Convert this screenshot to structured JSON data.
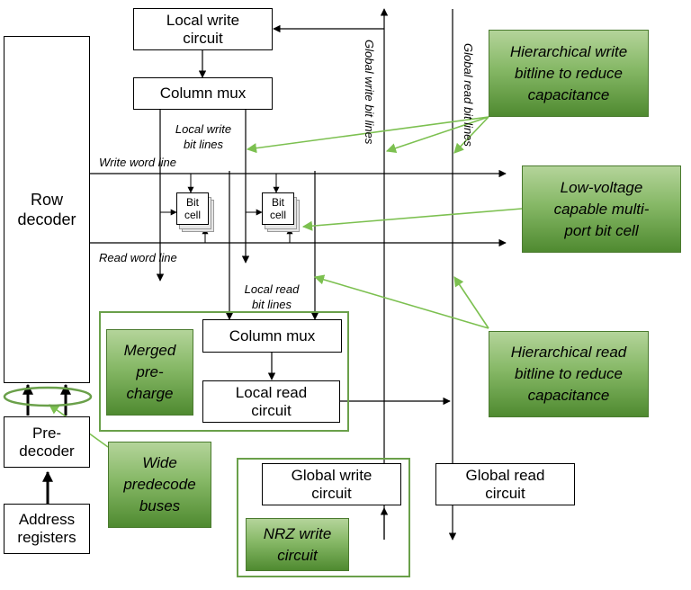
{
  "blocks": {
    "local_write_circuit": "Local write\ncircuit",
    "column_mux_top": "Column mux",
    "row_decoder": "Row\ndecoder",
    "pre_decoder": "Pre-\ndecoder",
    "address_registers": "Address\nregisters",
    "column_mux_bottom": "Column mux",
    "local_read_circuit": "Local read\ncircuit",
    "global_write_circuit": "Global write\ncircuit",
    "global_read_circuit": "Global read\ncircuit",
    "bit_cell": "Bit\ncell"
  },
  "signals": {
    "local_write_bit_lines": "Local write\nbit lines",
    "write_word_line": "Write word line",
    "read_word_line": "Read word line",
    "local_read_bit_lines": "Local read\nbit lines",
    "global_write_bit_lines": "Global write bit lines",
    "global_read_bit_lines": "Global read bit lines"
  },
  "callouts": {
    "hier_write": "Hierarchical write\nbitline to reduce\ncapacitance",
    "low_voltage": "Low-voltage\ncapable multi-\nport bit cell",
    "hier_read": "Hierarchical read\nbitline to reduce\ncapacitance",
    "merged_precharge": "Merged\npre-\ncharge",
    "wide_predecode": "Wide\npredecode\nbuses",
    "nrz_write": "NRZ write\ncircuit"
  },
  "colors": {
    "callout_green": "#5c9a3c",
    "frame_green": "#6aa04a",
    "arrow_green": "#7cc050",
    "line": "#000000"
  }
}
